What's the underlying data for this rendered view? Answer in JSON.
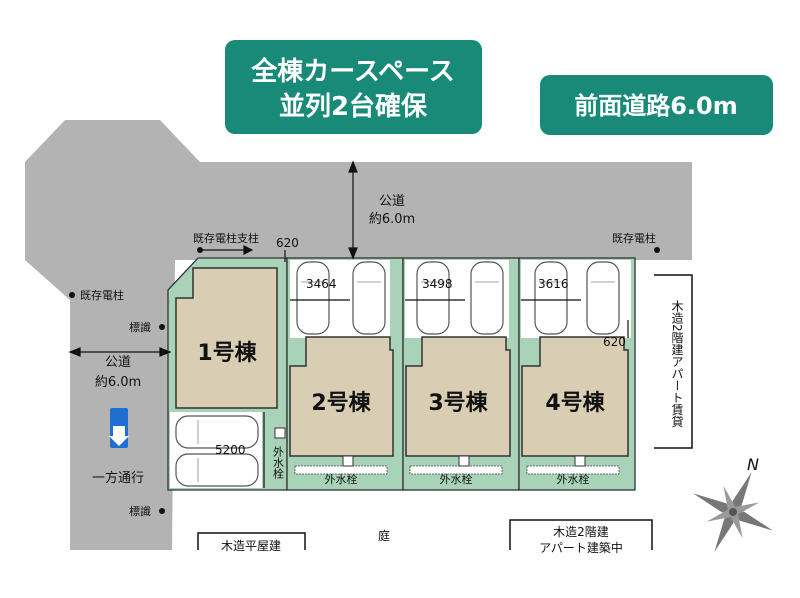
{
  "badges": {
    "carspace_line1": "全棟カースペース",
    "carspace_line2": "並列2台確保",
    "front_road": "前面道路6.0m"
  },
  "road": {
    "top_label_1": "公道",
    "top_label_2": "約6.0m",
    "left_label_1": "公道",
    "left_label_2": "約6.0m",
    "one_way": "一方通行"
  },
  "poles": {
    "existing_support": "既存電柱支柱",
    "existing_right": "既存電柱",
    "existing_left": "既存電柱"
  },
  "signs": {
    "sign_upper": "標識",
    "sign_lower": "標識"
  },
  "dimensions": {
    "d620_top": "620",
    "d620_right": "620",
    "d3464": "3464",
    "d3498": "3498",
    "d3616": "3616",
    "d5200": "5200"
  },
  "buildings": {
    "b1": "1号棟",
    "b2": "2号棟",
    "b3": "3号棟",
    "b4": "4号棟"
  },
  "water": {
    "w1": "外水栓",
    "w2": "外水栓",
    "w3": "外水栓",
    "w4": "外水栓"
  },
  "neighbors": {
    "right_apartment": "木造2階建アパート賃貸",
    "bottom_left": "木造平屋建",
    "garden": "庭",
    "bottom_right_1": "木造2階建",
    "bottom_right_2": "アパート建築中"
  },
  "compass": {
    "north": "N"
  },
  "colors": {
    "teal": "#1a8a78",
    "lot_green": "#a9d3b8",
    "house_beige": "#d9cdb4",
    "road_gray": "#b3b3b3",
    "arrow_blue": "#1e6fd1"
  }
}
